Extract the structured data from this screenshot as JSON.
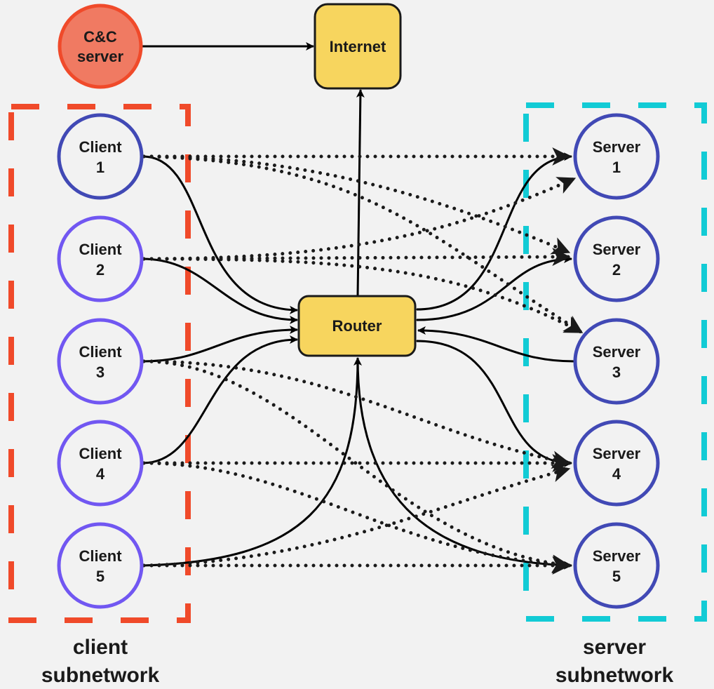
{
  "colors": {
    "background": "#f2f2f2",
    "cc_fill": "#F07A62",
    "cc_stroke": "#F04A2A",
    "box_fill": "#F7D55E",
    "client1_stroke": "#4149B5",
    "client_stroke": "#7157F2",
    "server_stroke": "#4149B5",
    "client_group": "#F04A2A",
    "server_group": "#12CBD5",
    "edge": "#000000"
  },
  "nodes": {
    "cc": {
      "line1": "C&C",
      "line2": "server"
    },
    "internet": {
      "label": "Internet"
    },
    "router": {
      "label": "Router"
    },
    "clients": [
      {
        "line1": "Client",
        "line2": "1"
      },
      {
        "line1": "Client",
        "line2": "2"
      },
      {
        "line1": "Client",
        "line2": "3"
      },
      {
        "line1": "Client",
        "line2": "4"
      },
      {
        "line1": "Client",
        "line2": "5"
      }
    ],
    "servers": [
      {
        "line1": "Server",
        "line2": "1"
      },
      {
        "line1": "Server",
        "line2": "2"
      },
      {
        "line1": "Server",
        "line2": "3"
      },
      {
        "line1": "Server",
        "line2": "4"
      },
      {
        "line1": "Server",
        "line2": "5"
      }
    ]
  },
  "groups": {
    "client": {
      "line1": "client",
      "line2": "subnetwork"
    },
    "server": {
      "line1": "server",
      "line2": "subnetwork"
    }
  },
  "edges": {
    "solid": [
      {
        "from": "C&C server",
        "to": "Internet"
      },
      {
        "from": "Router",
        "to": "Internet"
      },
      {
        "from": "Client 1",
        "to": "Router"
      },
      {
        "from": "Client 2",
        "to": "Router"
      },
      {
        "from": "Client 3",
        "to": "Router"
      },
      {
        "from": "Client 4",
        "to": "Router"
      },
      {
        "from": "Client 5",
        "to": "Router"
      },
      {
        "from": "Router",
        "to": "Server 1",
        "bidirectional": true
      },
      {
        "from": "Router",
        "to": "Server 2",
        "bidirectional": true
      },
      {
        "from": "Server 3",
        "to": "Router"
      },
      {
        "from": "Router",
        "to": "Server 4",
        "bidirectional": true
      },
      {
        "from": "Router",
        "to": "Server 5"
      }
    ],
    "dotted": [
      {
        "from": "Client 1",
        "to": "Server 1"
      },
      {
        "from": "Client 1",
        "to": "Server 2"
      },
      {
        "from": "Client 1",
        "to": "Server 3"
      },
      {
        "from": "Client 2",
        "to": "Server 1"
      },
      {
        "from": "Client 2",
        "to": "Server 2"
      },
      {
        "from": "Client 2",
        "to": "Server 3"
      },
      {
        "from": "Client 3",
        "to": "Server 4"
      },
      {
        "from": "Client 3",
        "to": "Server 5"
      },
      {
        "from": "Client 4",
        "to": "Server 4"
      },
      {
        "from": "Client 4",
        "to": "Server 5"
      },
      {
        "from": "Client 5",
        "to": "Server 4"
      },
      {
        "from": "Client 5",
        "to": "Server 5"
      }
    ]
  }
}
